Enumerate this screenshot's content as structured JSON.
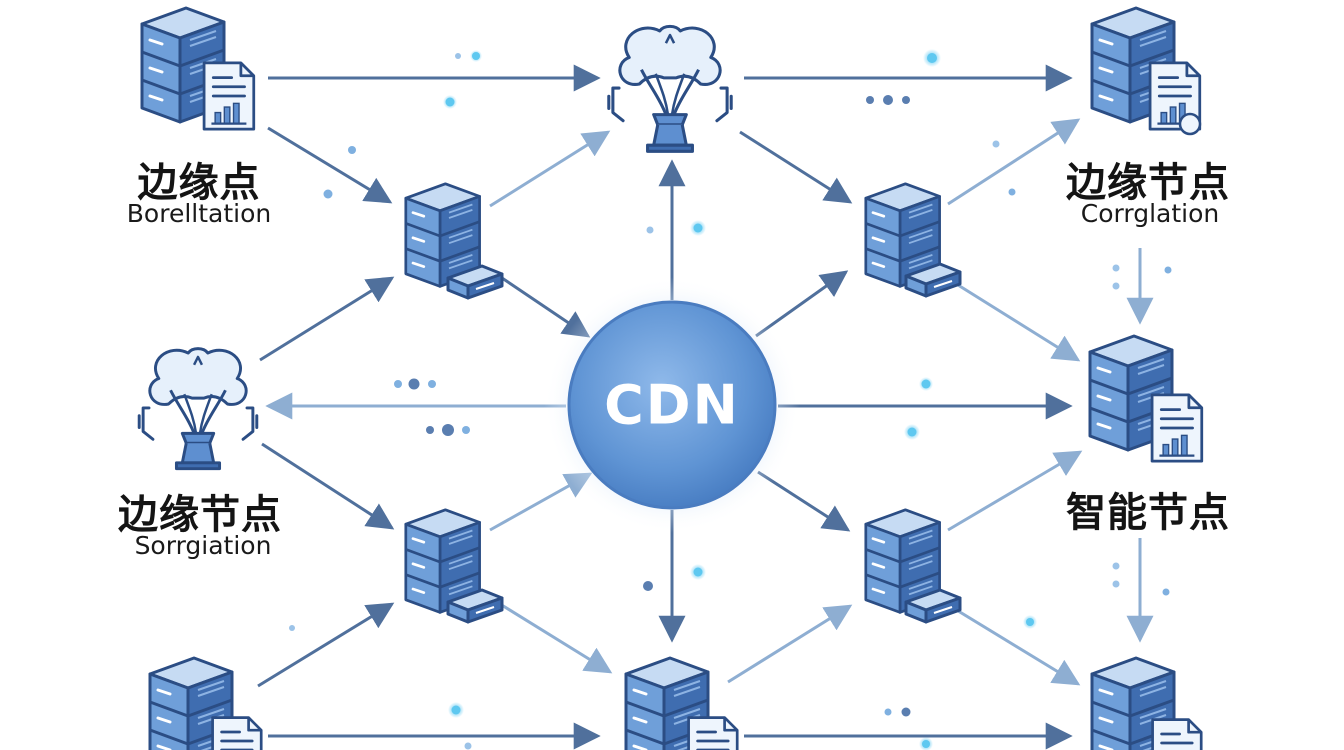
{
  "hub": {
    "label": "CDN"
  },
  "nodes": {
    "top_left": {
      "title": "边缘点",
      "subtitle": "Borelltation"
    },
    "top_right": {
      "title": "边缘节点",
      "subtitle": "Corrglation"
    },
    "mid_left": {
      "title": "边缘节点",
      "subtitle": "Sorrgiation"
    },
    "mid_right": {
      "title": "智能节点",
      "subtitle": ""
    }
  },
  "colors": {
    "accent": "#5b8fd0",
    "server_top": "#c3d8f2",
    "server_front": "#6f9fd8",
    "server_side": "#3f6eb0",
    "outline": "#2a4c82",
    "arrow": "#5577a6",
    "dot": "#5ec8f0"
  },
  "icons": {
    "server": "server-rack-icon",
    "document": "document-chart-icon",
    "origin": "fountain-origin-icon"
  }
}
